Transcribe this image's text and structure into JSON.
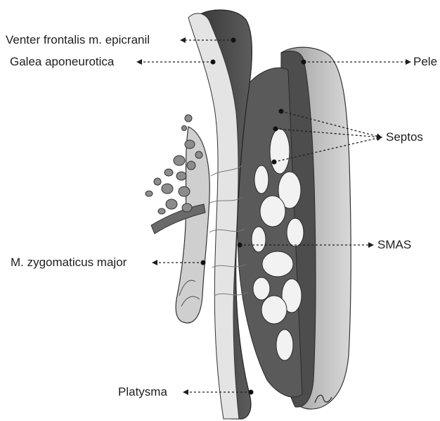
{
  "labels": {
    "venter_frontalis": "Venter frontalis m. epicranil",
    "galea_aponeurotica": "Galea aponeurotica",
    "pele": "Pele",
    "septos": "Septos",
    "smas": "SMAS",
    "zygomaticus_major": "M. zygomaticus major",
    "platysma": "Platysma"
  },
  "colors": {
    "skin_outer": "#cfcfcf",
    "skin_inner": "#9a9a9a",
    "muscle_dark": "#4a4a4a",
    "septa": "#555555",
    "fascia_light": "#e2e2e2",
    "fat_lobules": "#8c8c8c",
    "text": "#1e1e1e"
  }
}
